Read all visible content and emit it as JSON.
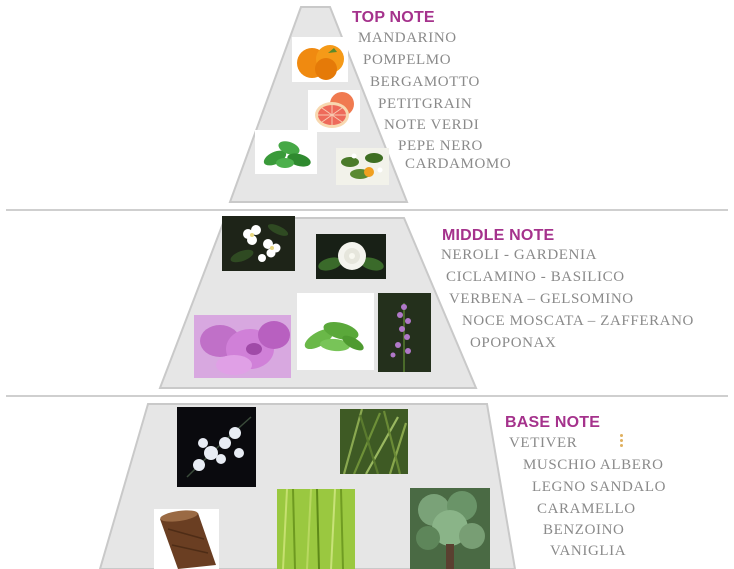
{
  "tiers": {
    "top": {
      "heading": "TOP NOTE",
      "notes": [
        "MANDARINO",
        "POMPELMO",
        "BERGAMOTTO",
        "PETITGRAIN",
        "NOTE VERDI",
        "PEPE NERO",
        "CARDAMOMO"
      ],
      "photos": [
        "mandarin-oranges",
        "grapefruit",
        "mint-leaves",
        "citrus-blossom"
      ]
    },
    "middle": {
      "heading": "MIDDLE NOTE",
      "notes": [
        "NEROLI - GARDENIA",
        "CICLAMINO - BASILICO",
        "VERBENA – GELSOMINO",
        "NOCE MOSCATA – ZAFFERANO",
        "OPOPONAX"
      ],
      "photos": [
        "neroli-flowers",
        "gardenia-flower",
        "cyclamen-flowers",
        "basil-leaves",
        "verbena-stalk"
      ]
    },
    "base": {
      "heading": "BASE NOTE",
      "notes": [
        "VETIVER",
        "MUSCHIO ALBERO",
        "LEGNO SANDALO",
        "CARAMELLO",
        "BENZOINO",
        "VANIGLIA"
      ],
      "photos": [
        "white-flowers-dark",
        "vetiver-grass",
        "sandalwood-log",
        "green-grass",
        "moss-tree"
      ]
    }
  },
  "colors": {
    "heading": "#a5328c",
    "note_text": "#8a8a8a",
    "pyramid_fill": "#e6e6e6",
    "pyramid_stroke": "#c9c9c9",
    "divider": "#cfcfcf"
  }
}
